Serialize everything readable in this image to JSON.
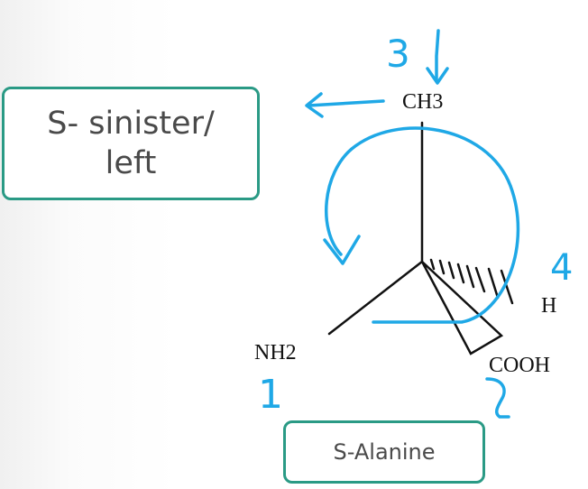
{
  "labels": {
    "sinister_line1": "S- sinister/",
    "sinister_line2": "left",
    "molecule_name": "S-Alanine"
  },
  "atoms": {
    "top": "CH3",
    "right": "H",
    "bottom_left": "NH2",
    "bottom_right": "COOH"
  },
  "priorities": {
    "ch3": "3",
    "h": "4",
    "nh2": "1",
    "cooh": "2"
  },
  "colors": {
    "box_border": "#2a9a85",
    "annotation": "#1fa8e6",
    "bond": "#111111"
  }
}
